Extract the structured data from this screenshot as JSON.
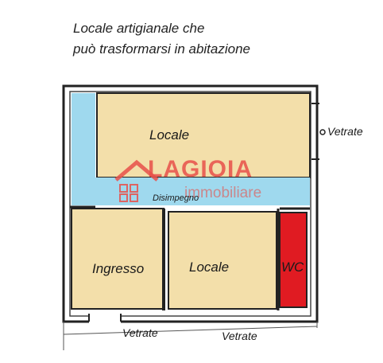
{
  "title": {
    "line1": "Locale artigianale che",
    "line2": "può trasformarsi in abitazione"
  },
  "rooms": {
    "locale_top": "Locale",
    "disimpegno": "Disimpegno",
    "ingresso": "Ingresso",
    "locale_bottom": "Locale",
    "wc": "WC"
  },
  "labels": {
    "vetrate_right": "Vetrate",
    "vetrate_bottom_left": "Vetrate",
    "vetrate_bottom_right": "Vetrate"
  },
  "watermark": {
    "brand": "LAGIOIA",
    "sub": "immobiliare",
    "color": "#e8504a"
  },
  "colors": {
    "room_fill": "#f3dfaa",
    "corridor_fill": "#9fd9ee",
    "wc_fill": "#e01b22",
    "wall": "#222222"
  }
}
